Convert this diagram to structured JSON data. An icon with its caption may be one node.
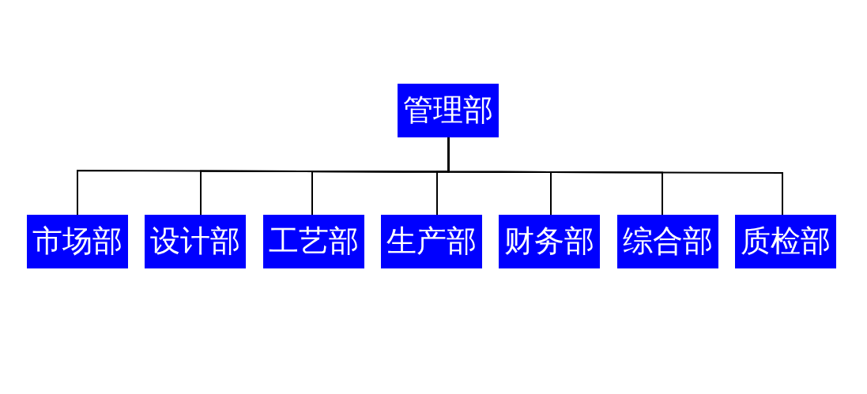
{
  "diagram": {
    "nodes": [
      {
        "text": [
          "管理部"
        ]
      },
      {
        "text": [
          "市场部"
        ]
      },
      {
        "text": [
          "设计部"
        ]
      },
      {
        "text": [
          "工艺部"
        ]
      },
      {
        "text": [
          "生产部"
        ]
      },
      {
        "text": [
          "财务部"
        ]
      },
      {
        "text": [
          "综合部"
        ]
      },
      {
        "text": [
          "质检部"
        ]
      }
    ],
    "edges": [
      {
        "from": 0,
        "to": 1,
        "arrow": "none"
      },
      {
        "from": 0,
        "to": 2,
        "arrow": "none"
      },
      {
        "from": 0,
        "to": 3,
        "arrow": "none"
      },
      {
        "from": 0,
        "to": 4,
        "arrow": "none"
      },
      {
        "from": 0,
        "to": 5,
        "arrow": "none"
      },
      {
        "from": 0,
        "to": 6,
        "arrow": "none"
      },
      {
        "from": 0,
        "to": 7,
        "arrow": "none"
      }
    ]
  }
}
